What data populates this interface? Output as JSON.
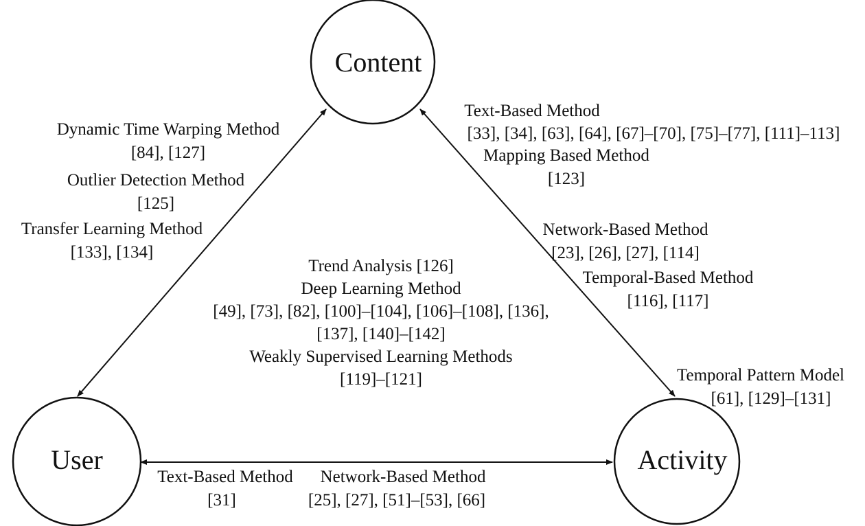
{
  "nodes": {
    "content": "Content",
    "user": "User",
    "activity": "Activity"
  },
  "edges": {
    "user_content": [
      {
        "method": "Dynamic Time Warping Method",
        "refs": "[84], [127]"
      },
      {
        "method": "Outlier Detection Method",
        "refs": "[125]"
      },
      {
        "method": "Transfer Learning Method",
        "refs": "[133], [134]"
      }
    ],
    "content_activity": [
      {
        "method": "Text-Based Method",
        "refs": "[33], [34], [63], [64], [67]–[70], [75]–[77], [111]–113]"
      },
      {
        "method": "Mapping Based Method",
        "refs": "[123]"
      },
      {
        "method": "Network-Based Method",
        "refs": "[23], [26], [27], [114]"
      },
      {
        "method": "Temporal-Based Method",
        "refs": "[116], [117]"
      }
    ],
    "activity_self": [
      {
        "method": "Temporal Pattern Model",
        "refs": "[61], [129]–[131]"
      }
    ],
    "user_activity": [
      {
        "method": "Text-Based Method",
        "refs": "[31]"
      },
      {
        "method": "Network-Based Method",
        "refs": "[25], [27], [51]–[53], [66]"
      }
    ]
  },
  "center": {
    "trend": "Trend Analysis [126]",
    "deep_title": "Deep Learning Method",
    "deep_refs_1": "[49], [73], [82], [100]–[104], [106]–[108], [136],",
    "deep_refs_2": "[137], [140]–[142]",
    "weak_title": "Weakly Supervised Learning Methods",
    "weak_refs": "[119]–[121]"
  }
}
